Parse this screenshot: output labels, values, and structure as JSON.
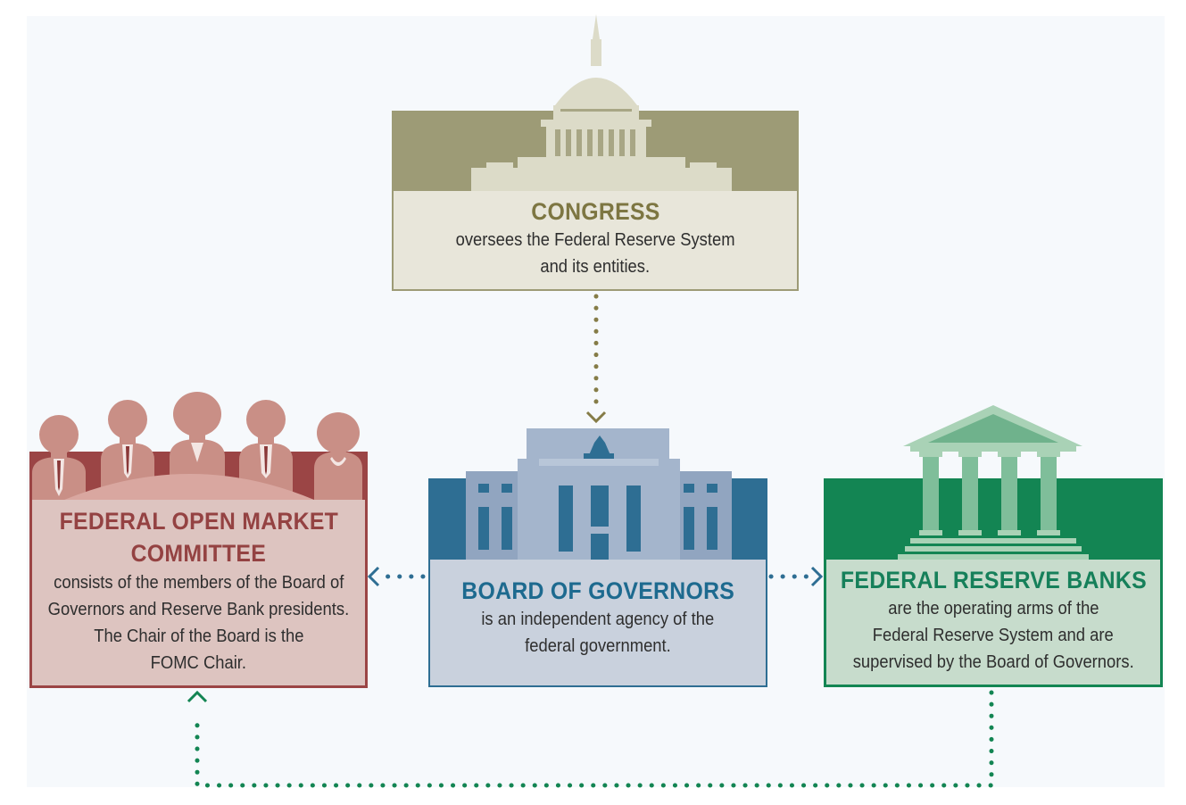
{
  "congress": {
    "title": "CONGRESS",
    "description_lines": [
      "oversees the Federal Reserve System",
      "and its entities."
    ]
  },
  "fomc": {
    "title_lines": [
      "FEDERAL OPEN MARKET",
      "COMMITTEE"
    ],
    "description_lines": [
      "consists of the members of the Board of",
      "Governors and Reserve Bank presidents.",
      "The Chair of the Board is the",
      "FOMC Chair."
    ]
  },
  "board": {
    "title": "BOARD OF GOVERNORS",
    "description_lines": [
      "is an independent agency of the",
      "federal government."
    ]
  },
  "banks": {
    "title": "FEDERAL RESERVE BANKS",
    "description_lines": [
      "are the operating arms of the",
      "Federal Reserve System and are",
      "supervised by the Board of Governors."
    ]
  },
  "colors": {
    "congress": "#9d9b76",
    "fomc": "#9b4545",
    "board": "#2e6e93",
    "banks": "#138553"
  },
  "icons": {
    "congress": "capitol-building-icon",
    "fomc": "committee-members-icon",
    "board": "federal-reserve-building-icon",
    "banks": "bank-columns-icon"
  }
}
